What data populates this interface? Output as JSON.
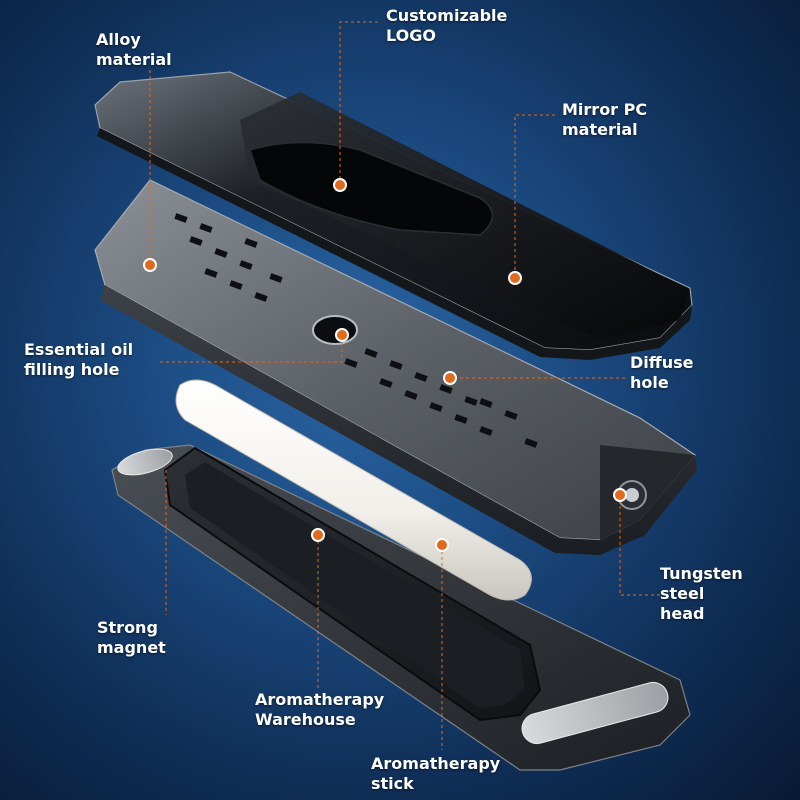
{
  "colors": {
    "marker": "#e06a1e",
    "leader": "#e06a1e",
    "label_text": "#ffffff"
  },
  "callouts": {
    "alloy_material": [
      "Alloy",
      "material"
    ],
    "customizable_logo": [
      "Customizable",
      "LOGO"
    ],
    "mirror_pc": [
      "Mirror PC",
      "material"
    ],
    "essential_oil": [
      "Essential oil",
      "filling hole"
    ],
    "diffuse_hole": [
      "Diffuse",
      "hole"
    ],
    "tungsten_head": [
      "Tungsten",
      "steel",
      "head"
    ],
    "strong_magnet": [
      "Strong",
      "magnet"
    ],
    "aroma_warehouse": [
      "Aromatherapy",
      "Warehouse"
    ],
    "aroma_stick": [
      "Aromatherapy",
      "stick"
    ]
  }
}
